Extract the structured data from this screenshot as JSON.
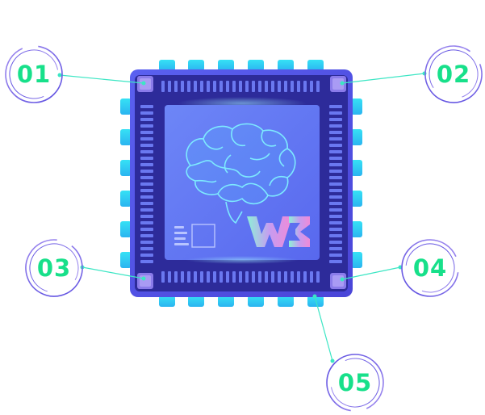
{
  "colors": {
    "label_green": "#17e08a",
    "connector": "#3ce6c4",
    "chip_body": "#4f56ea",
    "chip_inner": "#2f2ca0",
    "pins": "#2fd6f2",
    "ring": "#7a62e6"
  },
  "markers": [
    {
      "id": "01",
      "text": "01"
    },
    {
      "id": "02",
      "text": "02"
    },
    {
      "id": "03",
      "text": "03"
    },
    {
      "id": "04",
      "text": "04"
    },
    {
      "id": "05",
      "text": "05"
    }
  ],
  "logo": {
    "text": "W3"
  },
  "icons": [
    "brain-icon",
    "chip-icon",
    "list-icon"
  ]
}
